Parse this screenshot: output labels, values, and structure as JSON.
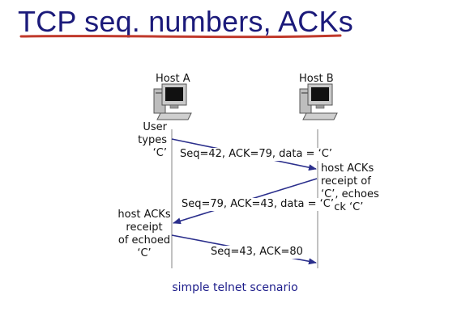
{
  "title": "TCP seq. numbers, ACKs",
  "hosts": {
    "a": {
      "label": "Host A"
    },
    "b": {
      "label": "Host B"
    }
  },
  "events": {
    "user_types": [
      "User",
      "types",
      "‘C’"
    ],
    "host_b_ack": [
      "host ACKs",
      "receipt of",
      "‘C’, echoes",
      "back ‘C’"
    ],
    "host_a_ack": [
      "host ACKs",
      "receipt",
      "of echoed",
      "‘C’"
    ]
  },
  "messages": [
    {
      "label": "Seq=42, ACK=79, data = ‘C’",
      "from": "A",
      "to": "B"
    },
    {
      "label": "Seq=79, ACK=43, data = ‘C’",
      "from": "B",
      "to": "A"
    },
    {
      "label": "Seq=43, ACK=80",
      "from": "A",
      "to": "B"
    }
  ],
  "caption": "simple telnet scenario",
  "colors": {
    "title": "#1b1a7a",
    "title_underline": "#c0392b",
    "arrow": "#2b2f8c",
    "timeline": "#9a9a9a",
    "caption": "#1c1c8a"
  },
  "icons": {
    "host": "desktop-computer-icon"
  }
}
